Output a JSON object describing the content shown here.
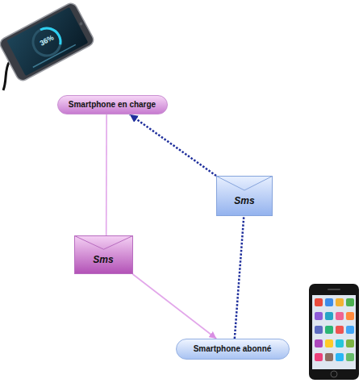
{
  "diagram": {
    "nodes": [
      {
        "text": [
          "Smartphone en charge"
        ]
      },
      {
        "text": [
          "Sms"
        ]
      },
      {
        "text": [
          "Sms"
        ]
      },
      {
        "text": [
          "Smartphone abonné"
        ]
      }
    ],
    "edges": [
      {
        "from": 0,
        "to": 2,
        "arrow": "none"
      },
      {
        "from": 2,
        "to": 3,
        "arrow": "to"
      },
      {
        "from": 3,
        "to": 1,
        "arrow": "none"
      },
      {
        "from": 1,
        "to": 0,
        "arrow": "to"
      }
    ],
    "labels": [
      "36%"
    ]
  }
}
